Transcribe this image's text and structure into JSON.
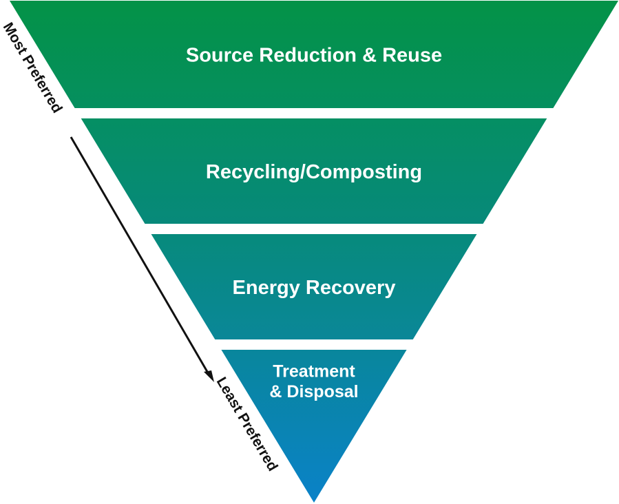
{
  "diagram": {
    "type": "inverted-pyramid",
    "title": "Waste Management Hierarchy",
    "tiers": [
      {
        "label_lines": [
          "Source Reduction & Reuse"
        ],
        "color_top": "#049247",
        "color_bottom": "#058f5f"
      },
      {
        "label_lines": [
          "Recycling/Composting"
        ],
        "color_top": "#058f63",
        "color_bottom": "#07897a"
      },
      {
        "label_lines": [
          "Energy Recovery"
        ],
        "color_top": "#078a7c",
        "color_bottom": "#0a8798"
      },
      {
        "label_lines": [
          "Treatment",
          "& Disposal"
        ],
        "color_top": "#09869c",
        "color_bottom": "#0a82c8"
      }
    ],
    "axis": {
      "top_label": "Most Preferred",
      "bottom_label": "Least Preferred",
      "arrow_color": "#111111",
      "direction": "down"
    }
  }
}
